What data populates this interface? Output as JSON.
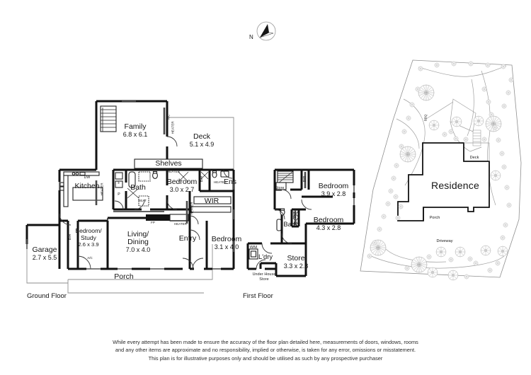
{
  "document": {
    "type": "real-estate-floor-plan",
    "compass": {
      "label": "N",
      "icon": "compass-north-icon"
    }
  },
  "ground_floor": {
    "title": "Ground Floor",
    "rooms": [
      {
        "name": "Family",
        "dim": "6.8 x 6.1"
      },
      {
        "name": "Deck",
        "dim": "5.1 x 4.9"
      },
      {
        "name": "Shelves",
        "dim": ""
      },
      {
        "name": "Kitchen",
        "dim": ""
      },
      {
        "name": "Bath",
        "dim": ""
      },
      {
        "name": "Bedroom",
        "dim": "3.0 x 2.7"
      },
      {
        "name": "Ens",
        "dim": ""
      },
      {
        "name": "WIR",
        "dim": ""
      },
      {
        "name": "Bedroom/ Study",
        "dim": "2.6 x 3.9"
      },
      {
        "name": "Living/ Dining",
        "dim": "7.0 x 4.0"
      },
      {
        "name": "Entry",
        "dim": ""
      },
      {
        "name": "Bedroom",
        "dim": "3.1 x 4.0"
      },
      {
        "name": "Garage",
        "dim": "2.7 x 5.5"
      },
      {
        "name": "Porch",
        "dim": ""
      }
    ],
    "labels": {
      "family": "Family",
      "family_dim": "6.8 x 6.1",
      "deck": "Deck",
      "deck_dim": "5.1 x 4.9",
      "shelves": "Shelves",
      "kitchen": "Kitchen",
      "bath": "Bath",
      "bedroom_mid": "Bedroom",
      "bedroom_mid_dim": "3.0 x 2.7",
      "ens": "Ens",
      "wir": "WIR",
      "bedroom_study_1": "Bedroom/",
      "bedroom_study_2": "Study",
      "bedroom_study_dim": "2.6 x 3.9",
      "living_1": "Living/",
      "living_2": "Dining",
      "living_dim": "7.0 x 4.0",
      "entry": "Entry",
      "bedroom_right": "Bedroom",
      "bedroom_right_dim": "3.1 x 4.0",
      "garage": "Garage",
      "garage_dim": "2.7 x 5.5",
      "porch": "Porch"
    },
    "annotations": {
      "dw": "DW",
      "f": "F",
      "p": "P",
      "fp": "FP",
      "ac_living": "A/C",
      "ac_family": "A/C",
      "bir_left": "BIR",
      "bir_mid": "BIR",
      "heater_family": "HEATER",
      "heater_hall": "HEATER",
      "heater_bath": "HEAT",
      "heater_bed": "HEATER",
      "heater_ens": "HEATER",
      "heater_wir": "HEATER",
      "heater_living": "HEATER",
      "heater_entry": "HEATER"
    }
  },
  "first_floor": {
    "title": "First Floor",
    "rooms": [
      {
        "name": "Bedroom",
        "dim": "3.9 x 2.8"
      },
      {
        "name": "Bedroom",
        "dim": "4.3 x 2.8"
      },
      {
        "name": "Bath",
        "dim": ""
      },
      {
        "name": "Store",
        "dim": "3.3 x 2.8"
      },
      {
        "name": "L'dry",
        "dim": ""
      },
      {
        "name": "Store",
        "dim": ""
      }
    ],
    "labels": {
      "bedroom_top": "Bedroom",
      "bedroom_top_dim": "3.9 x 2.8",
      "bedroom_bottom": "Bedroom",
      "bedroom_bottom_dim": "4.3 x 2.8",
      "bath": "Bath",
      "store_room": "Store",
      "store_room_dim": "3.3 x 2.8",
      "ldry": "L'dry",
      "store_small": "Store",
      "under_house_1": "Under House",
      "under_house_2": "Store",
      "wm": "WM"
    },
    "annotations": {
      "bir_top": "BIR",
      "bir_bottom": "BIR"
    }
  },
  "site_plan": {
    "labels": {
      "residence": "Residence",
      "deck": "Deck",
      "porch": "Porch",
      "driveway": "Driveway",
      "bbq": "BBQ"
    }
  },
  "disclaimer": {
    "line1": "While every attempt has been made to ensure the accuracy of the floor plan detailed here, measurements of doors, windows, rooms",
    "line2": "and any other items are approximate and no responsibility, implied or otherwise, is taken for any error, omissions or misstatement.",
    "line3": "This plan is for illustrative purposes only and should be utilised as such by any prospective purchaser"
  },
  "colors": {
    "wall": "#121212",
    "thin": "#777777",
    "site_line": "#8c8c8c",
    "background": "#ffffff",
    "text": "#161616"
  }
}
